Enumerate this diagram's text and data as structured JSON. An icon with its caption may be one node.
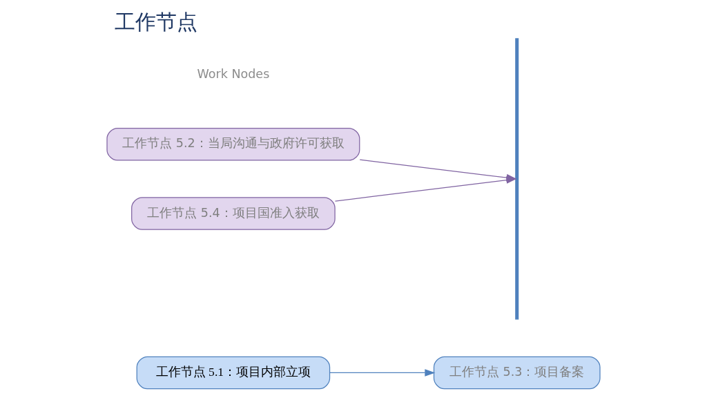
{
  "diagram": {
    "title": "工作节点",
    "nodes": [
      {
        "text": [
          "工作节点 5.1：项目内部立项"
        ]
      },
      {
        "text": [
          "工作节点 5.3：项目备案"
        ]
      },
      {
        "text": [
          "工作节点 5.2：当局沟通与政府许可获取"
        ]
      },
      {
        "text": [
          "工作节点 5.4：项目国准入获取"
        ]
      },
      {
        "text": [],
        "shape": "bar"
      }
    ],
    "edges": [
      {
        "from": 0,
        "to": 1,
        "arrow": "to",
        "color": "#4f81bd"
      },
      {
        "from": 2,
        "to": 4,
        "arrow": "to"
      },
      {
        "from": 3,
        "to": 4,
        "arrow": "to"
      }
    ],
    "labels": [
      "Work Nodes"
    ]
  }
}
